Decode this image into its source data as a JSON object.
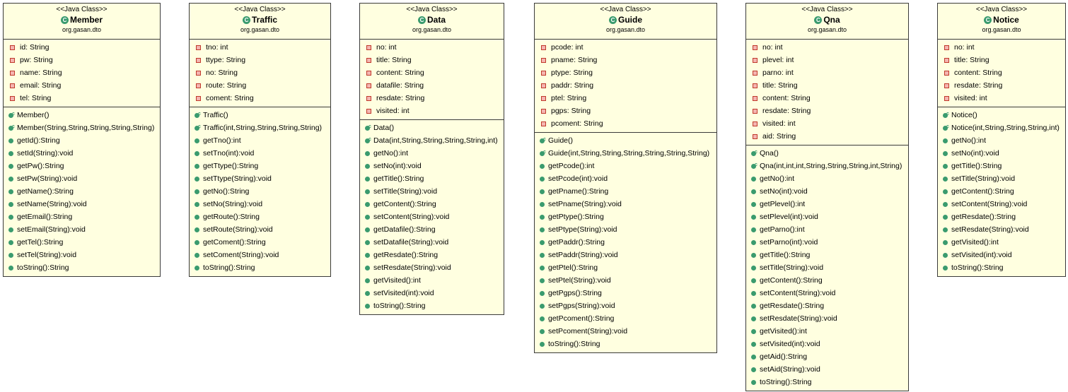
{
  "classes": [
    {
      "stereotype": "<<Java Class>>",
      "name": "Member",
      "package": "org.gasan.dto",
      "fields": [
        "id: String",
        "pw: String",
        "name: String",
        "email: String",
        "tel: String"
      ],
      "constructors": [
        "Member()",
        "Member(String,String,String,String,String)"
      ],
      "methods": [
        "getId():String",
        "setId(String):void",
        "getPw():String",
        "setPw(String):void",
        "getName():String",
        "setName(String):void",
        "getEmail():String",
        "setEmail(String):void",
        "getTel():String",
        "setTel(String):void",
        "toString():String"
      ]
    },
    {
      "stereotype": "<<Java Class>>",
      "name": "Traffic",
      "package": "org.gasan.dto",
      "fields": [
        "tno: int",
        "ttype: String",
        "no: String",
        "route: String",
        "coment: String"
      ],
      "constructors": [
        "Traffic()",
        "Traffic(int,String,String,String,String)"
      ],
      "methods": [
        "getTno():int",
        "setTno(int):void",
        "getTtype():String",
        "setTtype(String):void",
        "getNo():String",
        "setNo(String):void",
        "getRoute():String",
        "setRoute(String):void",
        "getComent():String",
        "setComent(String):void",
        "toString():String"
      ]
    },
    {
      "stereotype": "<<Java Class>>",
      "name": "Data",
      "package": "org.gasan.dto",
      "fields": [
        "no: int",
        "title: String",
        "content: String",
        "datafile: String",
        "resdate: String",
        "visited: int"
      ],
      "constructors": [
        "Data()",
        "Data(int,String,String,String,String,int)"
      ],
      "methods": [
        "getNo():int",
        "setNo(int):void",
        "getTitle():String",
        "setTitle(String):void",
        "getContent():String",
        "setContent(String):void",
        "getDatafile():String",
        "setDatafile(String):void",
        "getResdate():String",
        "setResdate(String):void",
        "getVisited():int",
        "setVisited(int):void",
        "toString():String"
      ]
    },
    {
      "stereotype": "<<Java Class>>",
      "name": "Guide",
      "package": "org.gasan.dto",
      "fields": [
        "pcode: int",
        "pname: String",
        "ptype: String",
        "paddr: String",
        "ptel: String",
        "pgps: String",
        "pcoment: String"
      ],
      "constructors": [
        "Guide()",
        "Guide(int,String,String,String,String,String,String)"
      ],
      "methods": [
        "getPcode():int",
        "setPcode(int):void",
        "getPname():String",
        "setPname(String):void",
        "getPtype():String",
        "setPtype(String):void",
        "getPaddr():String",
        "setPaddr(String):void",
        "getPtel():String",
        "setPtel(String):void",
        "getPgps():String",
        "setPgps(String):void",
        "getPcoment():String",
        "setPcoment(String):void",
        "toString():String"
      ]
    },
    {
      "stereotype": "<<Java Class>>",
      "name": "Qna",
      "package": "org.gasan.dto",
      "fields": [
        "no: int",
        "plevel: int",
        "parno: int",
        "title: String",
        "content: String",
        "resdate: String",
        "visited: int",
        "aid: String"
      ],
      "constructors": [
        "Qna()",
        "Qna(int,int,int,String,String,String,int,String)"
      ],
      "methods": [
        "getNo():int",
        "setNo(int):void",
        "getPlevel():int",
        "setPlevel(int):void",
        "getParno():int",
        "setParno(int):void",
        "getTitle():String",
        "setTitle(String):void",
        "getContent():String",
        "setContent(String):void",
        "getResdate():String",
        "setResdate(String):void",
        "getVisited():int",
        "setVisited(int):void",
        "getAid():String",
        "setAid(String):void",
        "toString():String"
      ]
    },
    {
      "stereotype": "<<Java Class>>",
      "name": "Notice",
      "package": "org.gasan.dto",
      "fields": [
        "no: int",
        "title: String",
        "content: String",
        "resdate: String",
        "visited: int"
      ],
      "constructors": [
        "Notice()",
        "Notice(int,String,String,String,int)"
      ],
      "methods": [
        "getNo():int",
        "setNo(int):void",
        "getTitle():String",
        "setTitle(String):void",
        "getContent():String",
        "setContent(String):void",
        "getResdate():String",
        "setResdate(String):void",
        "getVisited():int",
        "setVisited(int):void",
        "toString():String"
      ]
    }
  ]
}
